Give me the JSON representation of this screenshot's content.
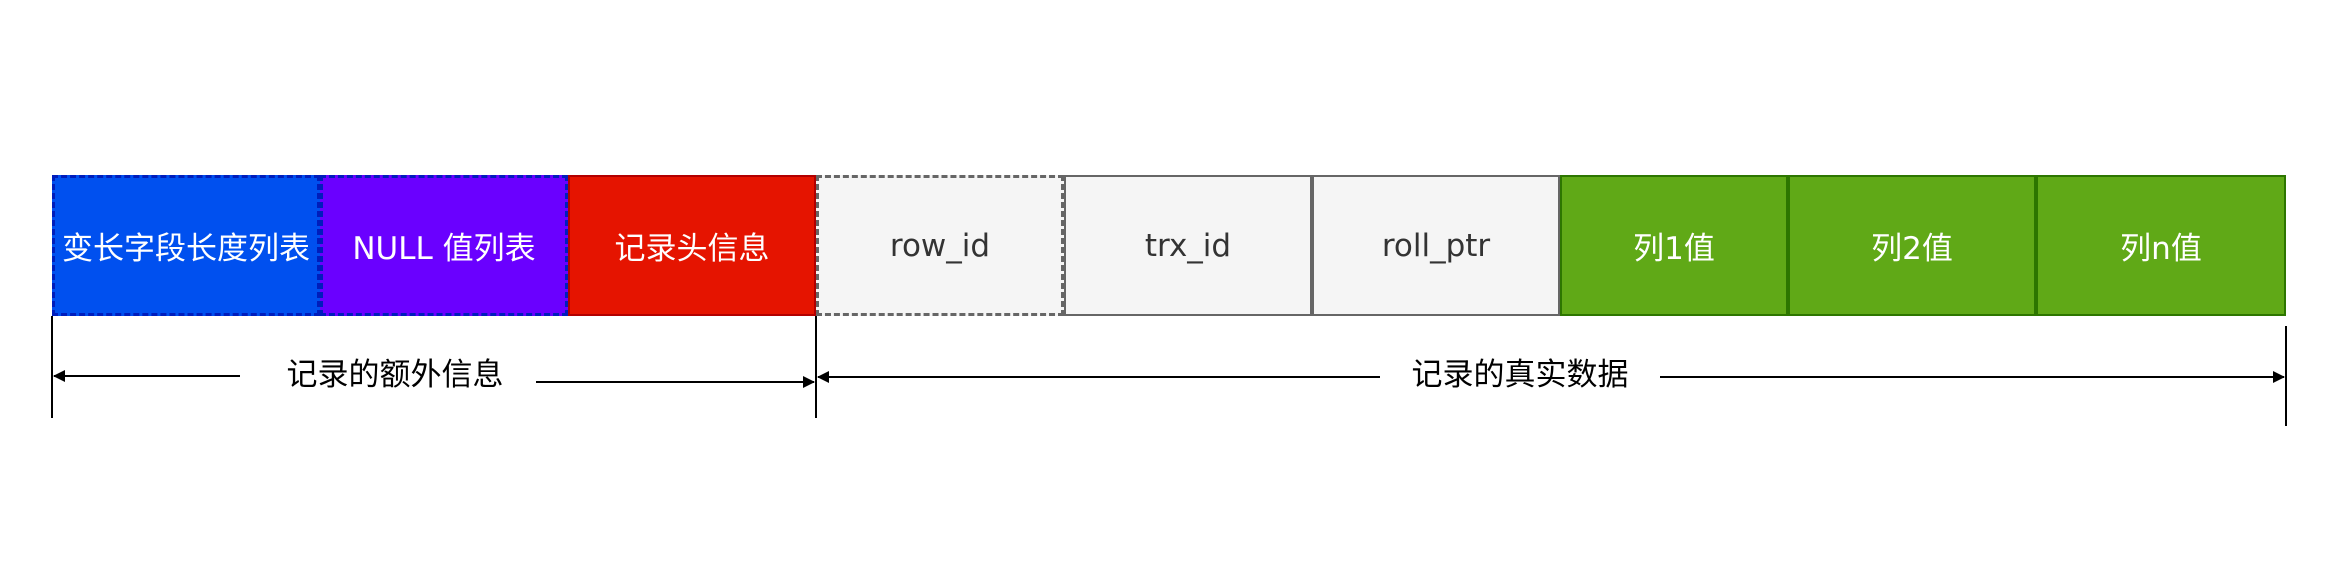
{
  "fields": {
    "var_len_list": {
      "label": "变长字段长度列表",
      "color": "#0050ef"
    },
    "null_list": {
      "label": "NULL 值列表",
      "color": "#6a00ff"
    },
    "record_header": {
      "label": "记录头信息",
      "color": "#e51400"
    },
    "row_id": {
      "label": "row_id",
      "color": "#f5f5f5"
    },
    "trx_id": {
      "label": "trx_id",
      "color": "#f5f5f5"
    },
    "roll_ptr": {
      "label": "roll_ptr",
      "color": "#f5f5f5"
    },
    "col_1": {
      "label": "列1值",
      "color": "#60a917"
    },
    "col_2": {
      "label": "列2值",
      "color": "#60a917"
    },
    "col_n": {
      "label": "列n值",
      "color": "#60a917"
    }
  },
  "ranges": {
    "extra_info": {
      "label": "记录的额外信息"
    },
    "real_data": {
      "label": "记录的真实数据"
    }
  }
}
